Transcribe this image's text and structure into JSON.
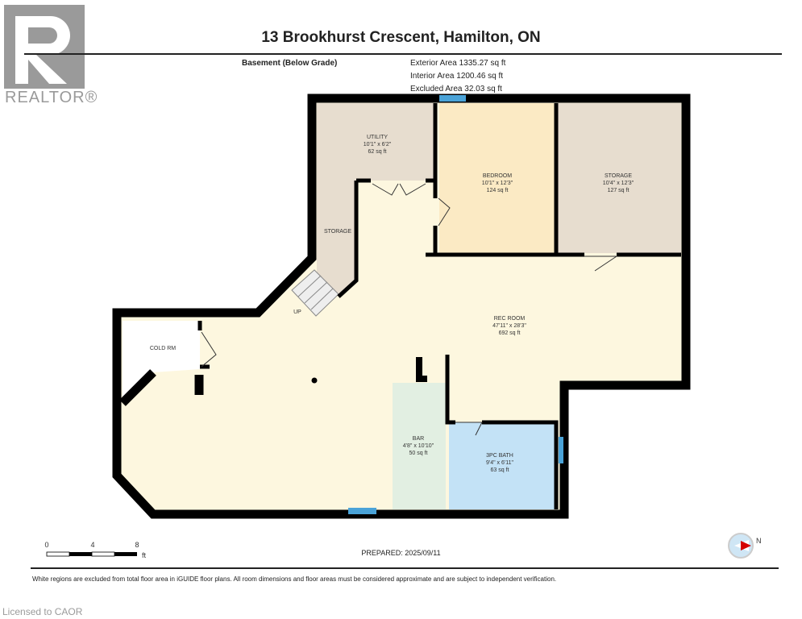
{
  "header": {
    "title": "13 Brookhurst Crescent, Hamilton, ON",
    "level": "Basement (Below Grade)",
    "exterior_area": "Exterior Area 1335.27 sq ft",
    "interior_area": "Interior Area 1200.46 sq ft",
    "excluded_area": "Excluded Area 32.03 sq ft"
  },
  "logo": {
    "text": "REALTOR®"
  },
  "rooms": [
    {
      "name": "UTILITY",
      "dims": "10'1\" x 6'2\"",
      "area": "62 sq ft"
    },
    {
      "name": "BEDROOM",
      "dims": "10'1\" x 12'3\"",
      "area": "124 sq ft"
    },
    {
      "name": "STORAGE",
      "dims": "10'4\" x 12'3\"",
      "area": "127 sq ft"
    },
    {
      "name": "REC ROOM",
      "dims": "47'11\" x 28'3\"",
      "area": "692 sq ft"
    },
    {
      "name": "BAR",
      "dims": "4'8\" x 10'10\"",
      "area": "50 sq ft"
    },
    {
      "name": "3PC BATH",
      "dims": "9'4\" x 6'11\"",
      "area": "63 sq ft"
    }
  ],
  "labels": {
    "storage_small": "STORAGE",
    "cold_room": "COLD RM",
    "stairs": "UP"
  },
  "colors": {
    "bedroom": "#fbeac4",
    "storage": "#e7ddcf",
    "rec": "#fdf7df",
    "bar": "#e2efe2",
    "bath": "#c3e2f6",
    "wall": "#000000",
    "window": "#4aa3d8"
  },
  "scale": {
    "ticks": [
      "0",
      "4",
      "8"
    ],
    "unit": "ft"
  },
  "compass": {
    "label": "N"
  },
  "footer": {
    "prepared": "PREPARED: 2025/09/11",
    "disclaimer": "White regions are excluded from total floor area in iGUIDE floor plans. All room dimensions and floor areas must be considered approximate and are subject to independent verification.",
    "license": "Licensed to CAOR"
  }
}
